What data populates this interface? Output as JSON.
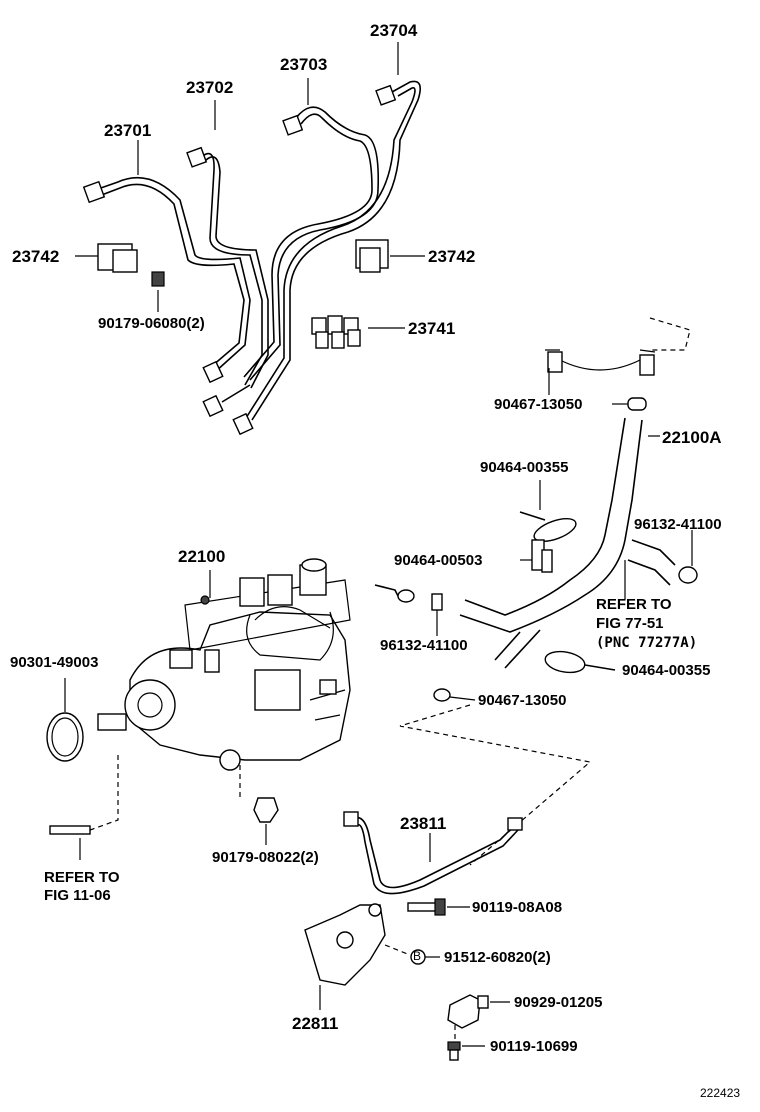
{
  "labels": {
    "p23704": "23704",
    "p23703": "23703",
    "p23702": "23702",
    "p23701": "23701",
    "p23742_left": "23742",
    "p23742_right": "23742",
    "p90179_06080": "90179-06080(2)",
    "p23741": "23741",
    "p90467_13050_top": "90467-13050",
    "p22100A": "22100A",
    "p90464_00355_top": "90464-00355",
    "p96132_41100_right": "96132-41100",
    "p90464_00503": "90464-00503",
    "p22100": "22100",
    "refer_fig77_line1": "REFER TO",
    "refer_fig77_line2": "FIG 77-51",
    "refer_fig77_line3": "(PNC 77277A)",
    "p96132_41100_left": "96132-41100",
    "p90301_49003": "90301-49003",
    "p90464_00355_bottom": "90464-00355",
    "p90467_13050_bottom": "90467-13050",
    "p23811": "23811",
    "p90179_08022": "90179-08022(2)",
    "refer_fig11_line1": "REFER TO",
    "refer_fig11_line2": "FIG 11-06",
    "p90119_08A08": "90119-08A08",
    "p91512_60820": "91512-60820(2)",
    "b_marker": "B",
    "p90929_01205": "90929-01205",
    "p22811": "22811",
    "p90119_10699": "90119-10699",
    "diagram_id": "222423"
  }
}
